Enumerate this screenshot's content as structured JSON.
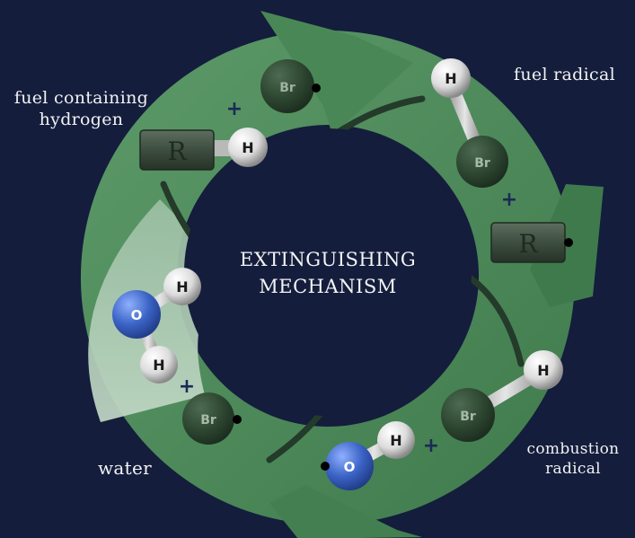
{
  "center_title": {
    "line1": "EXTINGUISHING",
    "line2": "MECHANISM"
  },
  "labels": {
    "fuel_containing_hydrogen": [
      "fuel containing",
      "hydrogen"
    ],
    "fuel_radical": "fuel radical",
    "combustion_radical": [
      "combustion",
      "radical"
    ],
    "water": "water"
  },
  "atoms": {
    "hydrogen": "H",
    "bromine": "Br",
    "oxygen": "O",
    "fuel": "R"
  },
  "operators": {
    "plus": "+"
  },
  "colors": {
    "background": "#141d3c",
    "ring_dark": "#3f7a4c",
    "ring_mid": "#5b9468",
    "ring_light": "#a9c8b0",
    "bromine": "#2f4a33",
    "oxygen": "#3a63c4",
    "hydrogen": "#e8e8e8"
  }
}
